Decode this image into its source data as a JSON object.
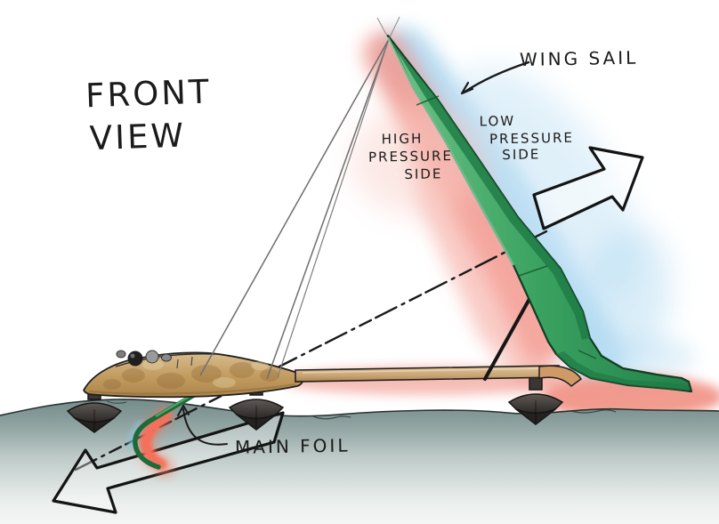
{
  "title": {
    "line1": "FRONT",
    "line2": "VIEW"
  },
  "labels": {
    "wing_sail": "WING SAIL",
    "high_pressure": {
      "line1": "HIGH",
      "line2": "PRESSURE",
      "line3": "SIDE"
    },
    "low_pressure": {
      "line1": "LOW",
      "line2": "PRESSURE",
      "line3": "SIDE"
    },
    "main_foil": "MAIN FOIL"
  },
  "colors": {
    "sail_green": "#3aa260",
    "sail_dark_green": "#1e7b45",
    "high_pressure_red": "#f2948a",
    "low_pressure_blue": "#abd6f0",
    "water_teal": "#8ea4a3",
    "hull_tan": "#c9a469",
    "foil_red": "#f4705a",
    "foil_blue_glow": "#8fc3de",
    "ink": "#1a1a1a"
  },
  "icons": {
    "wing_sail_pointer": "curved-arrow-down-left",
    "main_foil_pointer": "curved-arrow-up",
    "airflow_arrow": "hollow-arrow-up-right",
    "waterflow_arrow": "hollow-arrow-down-left"
  }
}
